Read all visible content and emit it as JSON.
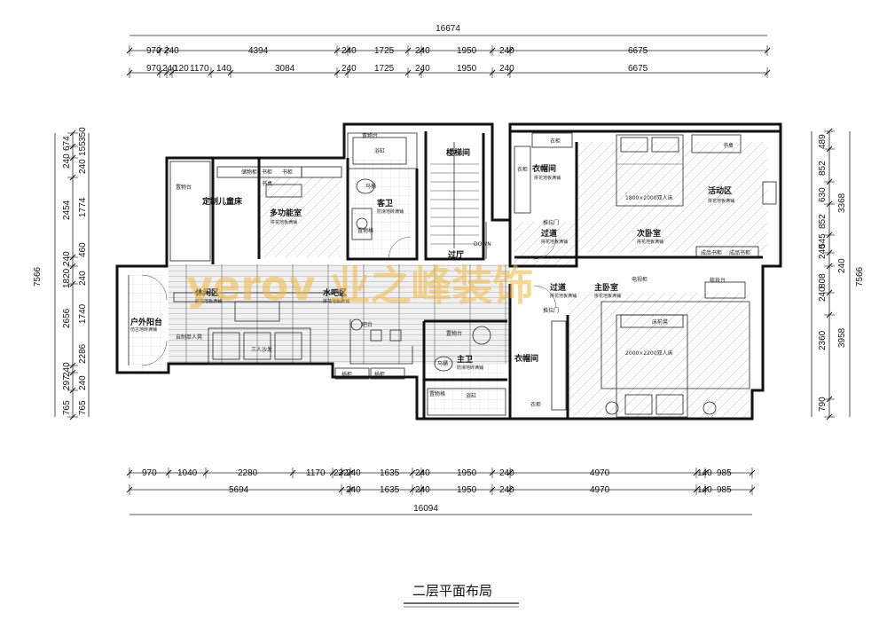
{
  "drawing_title": "二层平面布局",
  "watermark": "yerov 业之峰装饰",
  "top_dims": {
    "total": "16674",
    "row1": [
      "970",
      "240",
      "4394",
      "240",
      "1725",
      "240",
      "1950",
      "240",
      "6675"
    ],
    "row2": [
      "970",
      "240",
      "120",
      "1170",
      "140",
      "3084",
      "240",
      "1725",
      "240",
      "1950",
      "240",
      "6675"
    ]
  },
  "bottom_dims": {
    "total": "16094",
    "row1": [
      "970",
      "1040",
      "2280",
      "1170",
      "232",
      "240",
      "1635",
      "240",
      "1950",
      "240",
      "4970",
      "140",
      "985"
    ],
    "row2": [
      "5694",
      "240",
      "1635",
      "240",
      "1950",
      "240",
      "4970",
      "140",
      "985"
    ]
  },
  "left_dims": {
    "total": "7566",
    "row1": [
      "240",
      "674",
      "240",
      "155",
      "350",
      "2454",
      "1774",
      "240",
      "460",
      "1820",
      "240",
      "2656",
      "1740",
      "240",
      "2286",
      "297",
      "240",
      "765",
      "765"
    ]
  },
  "right_dims": {
    "total": "7566",
    "row1": [
      "489",
      "852",
      "630",
      "852",
      "240",
      "545",
      "808",
      "240",
      "2360",
      "790"
    ],
    "row2": [
      "3368",
      "240",
      "3958"
    ]
  },
  "rooms": {
    "kids_room": "定制儿童床",
    "multi_room": "多功能室",
    "multi_sub": "拼花地板满铺",
    "guest_bath": "客卫",
    "guest_bath_sub": "防滑地砖满铺",
    "stairs": "楼梯间",
    "wardrobe1": "衣帽间",
    "wardrobe1_sub": "拼花地板满铺",
    "activity": "活动区",
    "activity_sub": "拼花地板满铺",
    "second_bed": "次卧室",
    "second_bed_sub": "拼花地板满铺",
    "corridor1": "过道",
    "corridor1_sub": "拼花地板满铺",
    "corridor2": "过道",
    "corridor2_sub": "拼花地板满铺",
    "master_bed": "主卧室",
    "master_bed_sub": "拼花地板满铺",
    "leisure": "休闲区",
    "leisure_sub": "拼花地板满铺",
    "bar_area": "水吧区",
    "bar_sub": "拼花地板满铺",
    "balcony": "户外阳台",
    "balcony_sub": "仿古地砖满铺",
    "hall": "过厅",
    "master_bath": "主卫",
    "master_bath_sub": "防滑地砖满铺",
    "wardrobe2": "衣帽间"
  },
  "furniture": {
    "shelf_top": "置物台",
    "bathtub_top": "浴缸",
    "toilet1": "马桶",
    "shelf_kids": "置物台",
    "storage": "储物柜",
    "bookcase1": "书柜",
    "desk1": "书桌",
    "bookcase2": "书柜",
    "shelf_guest": "置物格",
    "wardrobe_a": "衣柜",
    "wardrobe_b": "衣柜",
    "bed_small": "1800×2000双人床",
    "desk2": "书桌",
    "sliding_door1": "推拉门",
    "sliding_door2": "推拉门",
    "bookshelf_made": "成品书柜",
    "bookshelf_made2": "成品书柜",
    "down": "DOWN",
    "tv_cabinet": "电视柜",
    "dresser": "梳妆台",
    "bench": "床前凳",
    "bed_big": "2000×2200双人床",
    "bar_counter": "吧台",
    "shelf_mb": "置物台",
    "sofa3": "三人沙发",
    "single_sofa": "自制单人凳",
    "cab1": "插柜",
    "cab2": "插柜",
    "shelf_bottom": "置物格",
    "tub_bottom": "浴缸",
    "wardrobe_c": "衣柜",
    "toilet2": "马桶"
  }
}
